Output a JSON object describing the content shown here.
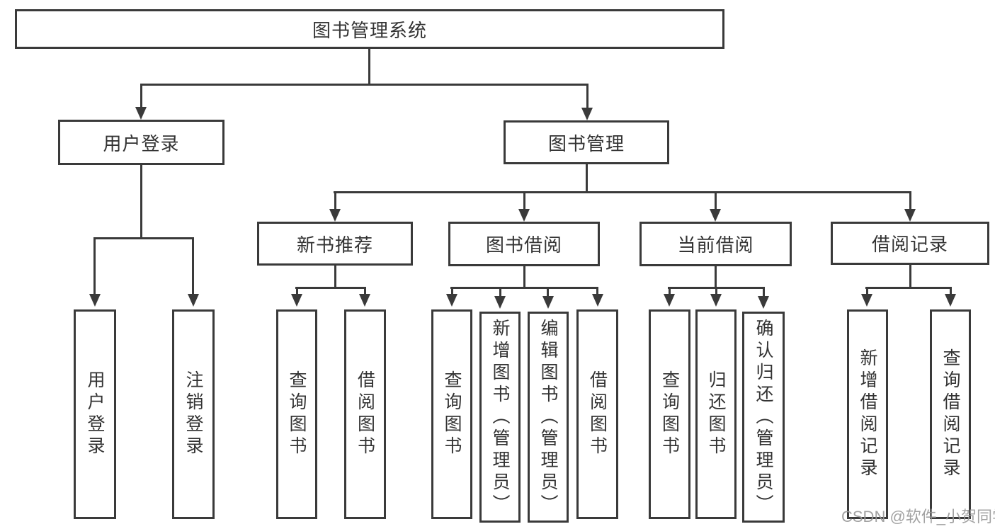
{
  "colors": {
    "line": "#3a3a3a",
    "text": "#333333",
    "watermark": "#999999",
    "background": "#ffffff"
  },
  "watermark": {
    "text": "CSDN @软件_小贺同学"
  },
  "tree": {
    "root": {
      "label": "图书管理系统"
    },
    "branches": [
      {
        "label": "用户登录",
        "children": [
          {
            "label": "用户登录"
          },
          {
            "label": "注销登录"
          }
        ]
      },
      {
        "label": "图书管理",
        "children": [
          {
            "label": "新书推荐",
            "children": [
              {
                "label": "查询图书"
              },
              {
                "label": "借阅图书"
              }
            ]
          },
          {
            "label": "图书借阅",
            "children": [
              {
                "label": "查询图书"
              },
              {
                "label": "新增图书（管理员）"
              },
              {
                "label": "编辑图书（管理员）"
              },
              {
                "label": "借阅图书"
              }
            ]
          },
          {
            "label": "当前借阅",
            "children": [
              {
                "label": "查询图书"
              },
              {
                "label": "归还图书"
              },
              {
                "label": "确认归还（管理员）"
              }
            ]
          },
          {
            "label": "借阅记录",
            "children": [
              {
                "label": "新增借阅记录"
              },
              {
                "label": "查询借阅记录"
              }
            ]
          }
        ]
      }
    ]
  }
}
